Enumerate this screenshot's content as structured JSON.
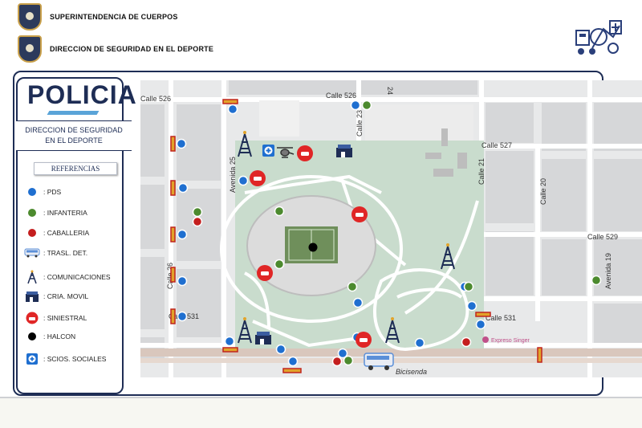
{
  "header": {
    "org_line1": "SUPERINTENDENCIA DE CUERPOS",
    "org_line2": "DIRECCION DE SEGURIDAD EN EL DEPORTE"
  },
  "panel": {
    "brand": "POLICIA",
    "dir_line1": "DIRECCION DE SEGURIDAD",
    "dir_line2": "EN EL DEPORTE",
    "ref_title": "REFERENCIAS"
  },
  "legend": [
    {
      "label": ": PDS",
      "icon": "blue-dot-icon",
      "color": "#1f6fd0"
    },
    {
      "label": ": INFANTERIA",
      "icon": "green-dot-icon",
      "color": "#4c8a2e"
    },
    {
      "label": ": CABALLERIA",
      "icon": "red-dot-icon",
      "color": "#c41e1e"
    },
    {
      "label": ": TRASL. DET.",
      "icon": "bus-icon",
      "color": "#5b8fd8"
    },
    {
      "label": ": COMUNICACIONES",
      "icon": "antenna-tower-icon",
      "color": "#1e2d55"
    },
    {
      "label": ": CRIA. MOVIL",
      "icon": "police-station-icon",
      "color": "#1e2d55"
    },
    {
      "label": ": SINIESTRAL",
      "icon": "patrol-car-icon",
      "color": "#e02626"
    },
    {
      "label": ": HALCON",
      "icon": "black-dot-icon",
      "color": "#000000"
    },
    {
      "label": ": SCIOS. SOCIALES",
      "icon": "medical-cross-icon",
      "color": "#1f6fd0"
    }
  ],
  "streets": {
    "calle_526_left": "Calle 526",
    "calle_526_right": "Calle 526",
    "calle_527": "Calle 527",
    "calle_529": "Calle 529",
    "calle_531_left": "Calle 531",
    "calle_531_right": "Calle 531",
    "avenida_25": "Avenida 25",
    "calle_26": "Calle 26",
    "calle_23": "Calle 23",
    "calle_21": "Calle 21",
    "calle_20": "Calle 20",
    "avenida_19": "Avenida 19",
    "bicisenda": "Bicisenda",
    "calle_24_label": "24",
    "business": "Expreso Singer"
  }
}
